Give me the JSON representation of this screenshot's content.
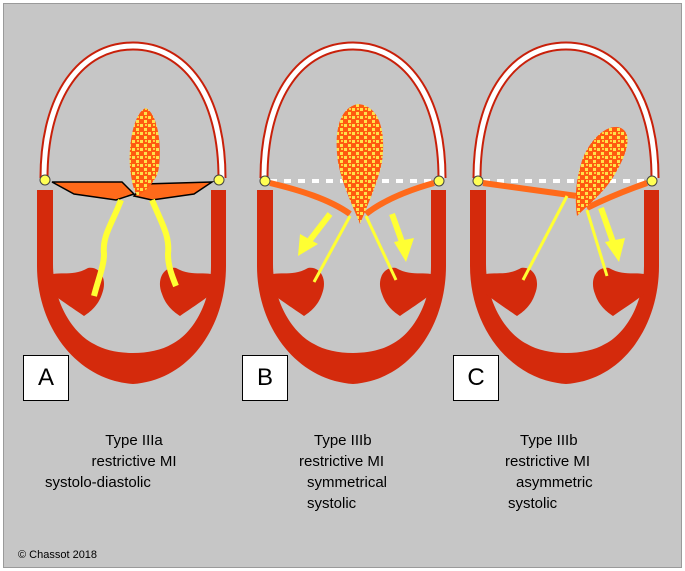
{
  "colors": {
    "background": "#c6c6c6",
    "myocardium": "#d42a0c",
    "leaflet": "#ff6a1a",
    "chordae": "#ffff33",
    "vegetation_base": "#ff5a10",
    "vegetation_dots": "#ffe24a"
  },
  "panels": [
    {
      "label": "A",
      "caption": [
        "Type IIIa",
        "restrictive MI",
        "systolo-diastolic"
      ]
    },
    {
      "label": "B",
      "caption": [
        "Type IIIb",
        "restrictive MI",
        "symmetrical",
        "systolic"
      ]
    },
    {
      "label": "C",
      "caption": [
        "Type IIIb",
        "restrictive MI",
        "asymmetric",
        "systolic"
      ]
    }
  ],
  "credit": "© Chassot 2018"
}
